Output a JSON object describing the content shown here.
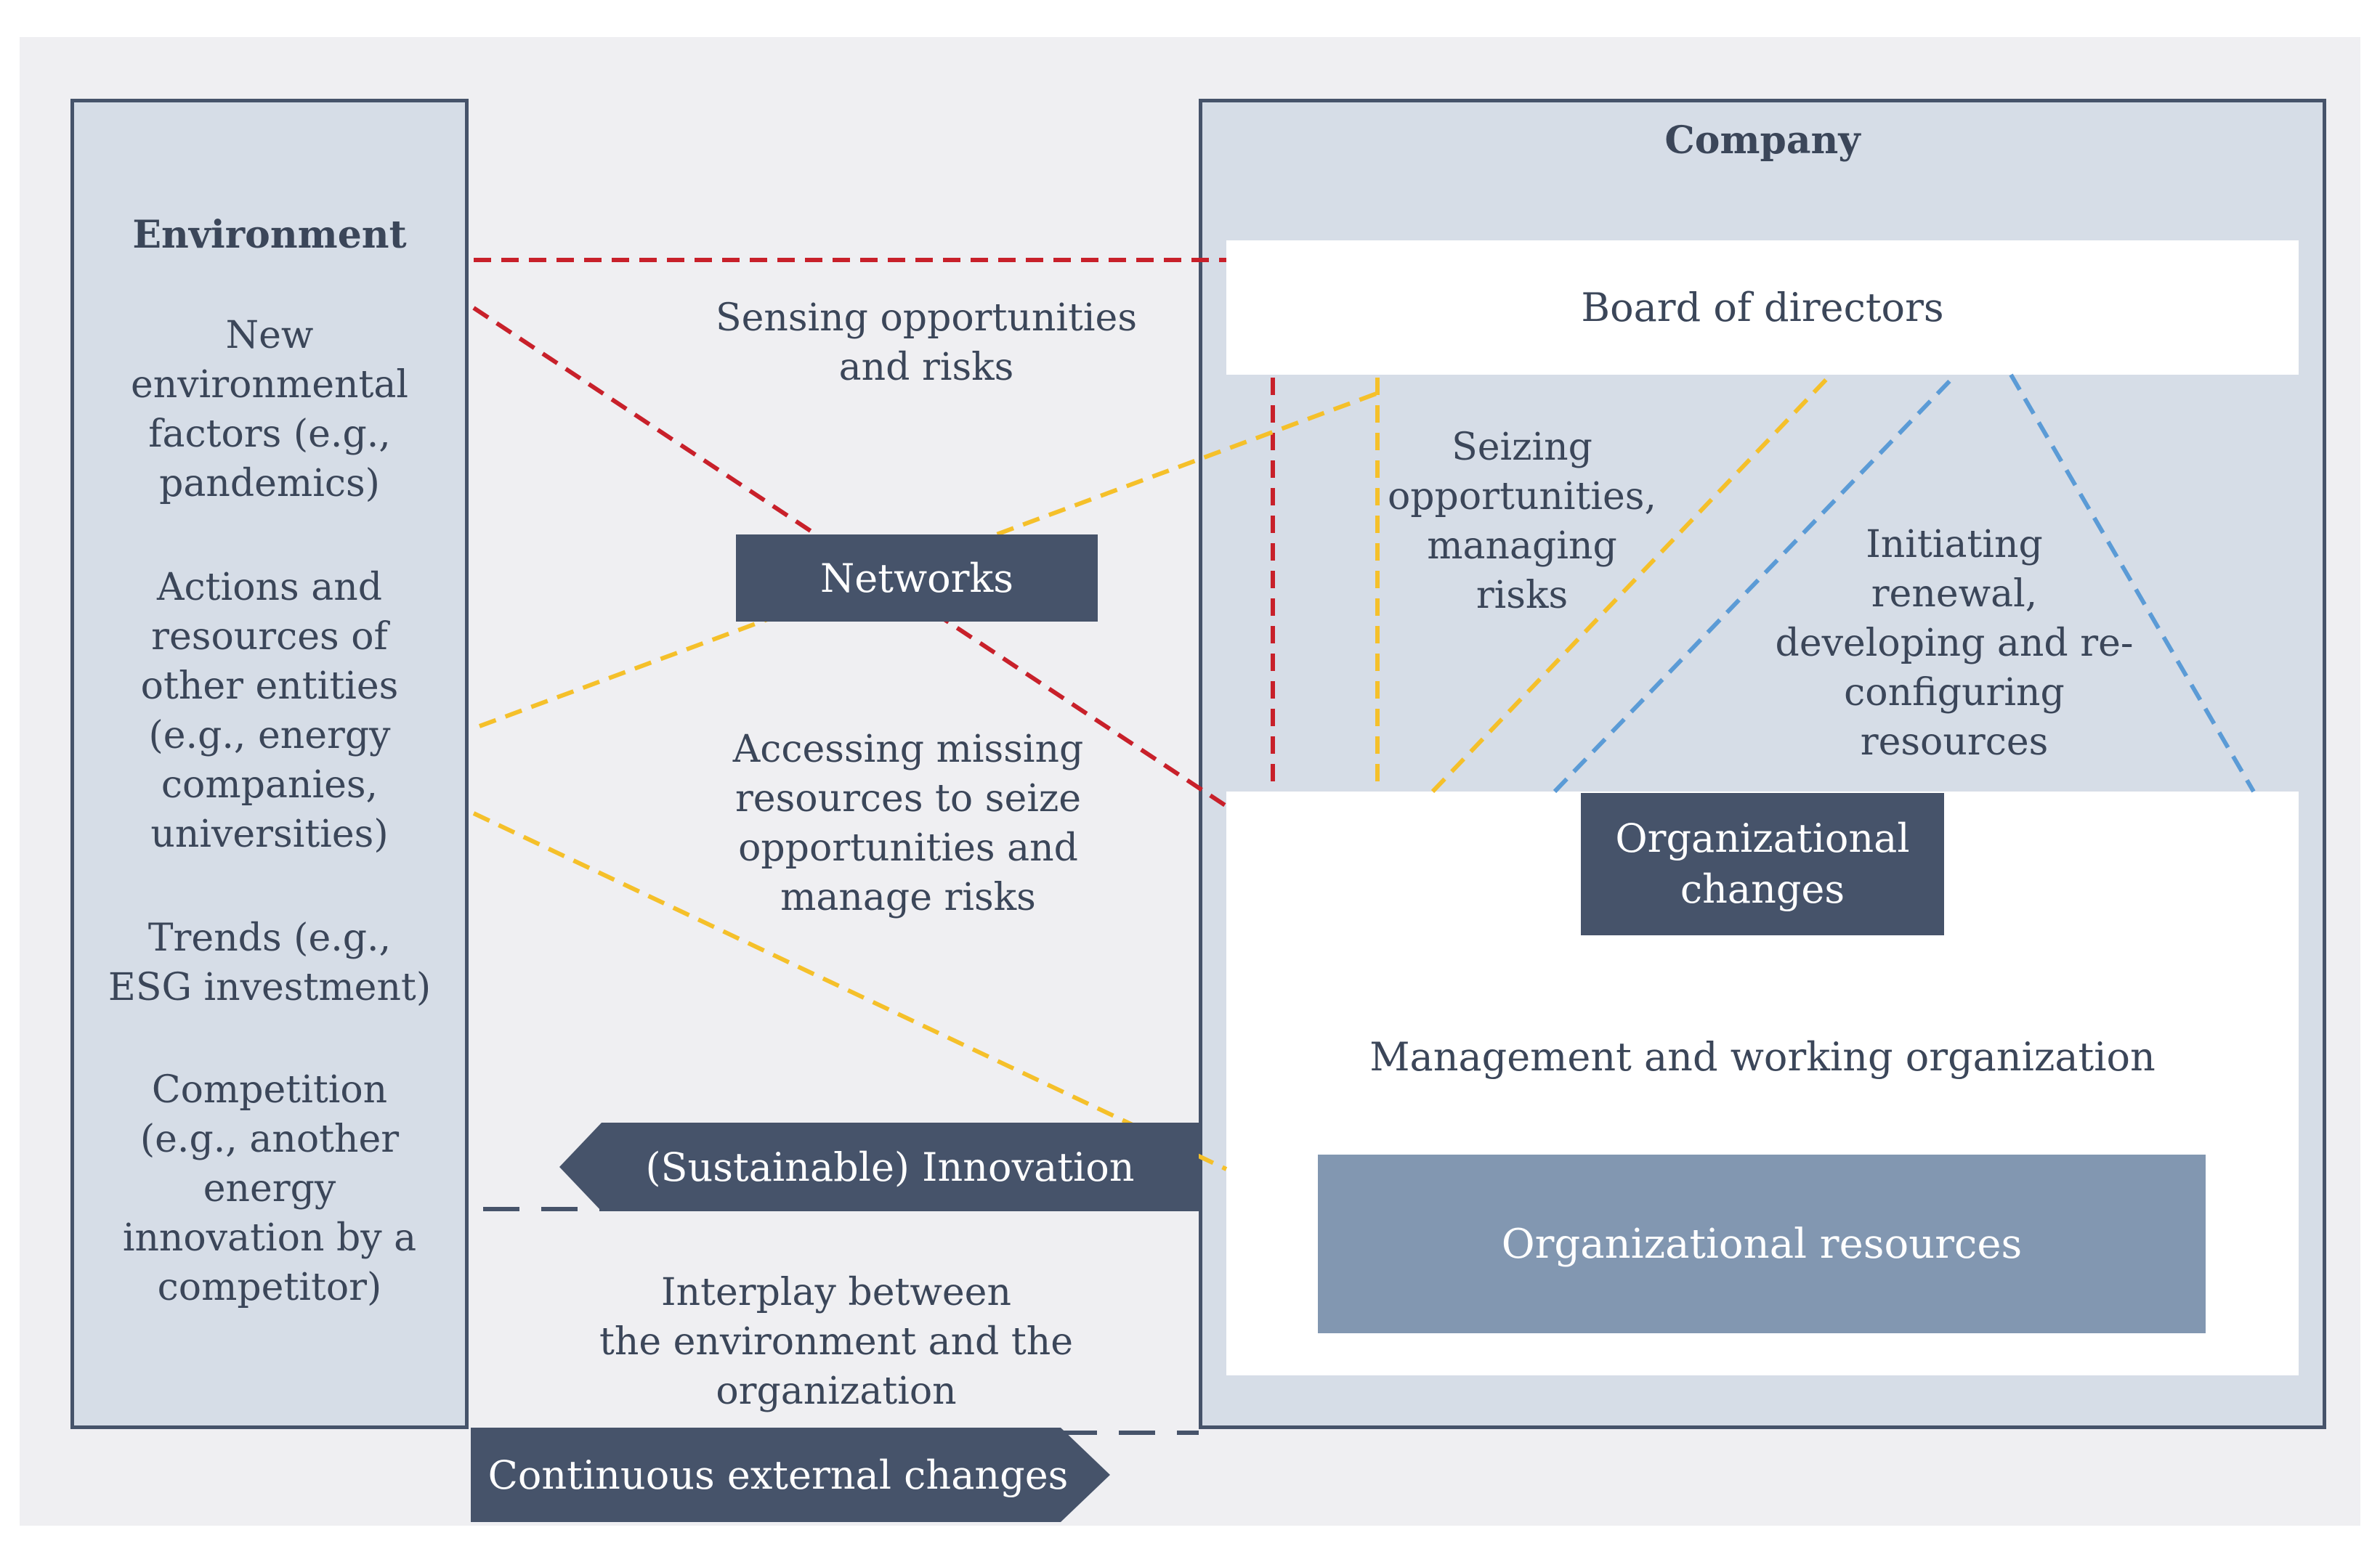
{
  "environment": {
    "title": "Environment",
    "factors": [
      "New\nenvironmental\nfactors (e.g.,\npandemics)",
      "Actions and\nresources of\nother entities\n(e.g., energy\ncompanies,\nuniversities)",
      "Trends (e.g.,\nESG investment)",
      "Competition\n(e.g., another\nenergy\ninnovation by a\ncompetitor)"
    ]
  },
  "company": {
    "title": "Company",
    "board": "Board of directors",
    "seizing": "Seizing\nopportunities,\nmanaging\nrisks",
    "initiating": "Initiating\nrenewal,\ndeveloping and re-\nconfiguring\nresources",
    "org_changes": "Organizational\nchanges",
    "management": "Management and working organization",
    "resources": "Organizational resources"
  },
  "middle": {
    "sensing": "Sensing opportunities\nand risks",
    "networks": "Networks",
    "accessing": "Accessing missing\nresources to seize\nopportunities and\nmanage risks",
    "innovation": "(Sustainable) Innovation",
    "interplay": "Interplay between\nthe environment and the organization",
    "continuous": "Continuous external changes"
  },
  "colors": {
    "red_line": "#c8202a",
    "yellow_line": "#f5c02a",
    "blue_line": "#5b9bd6",
    "dark_box": "#46536a",
    "resources_box": "#8297b1",
    "panel_fill": "#d6dde7"
  }
}
